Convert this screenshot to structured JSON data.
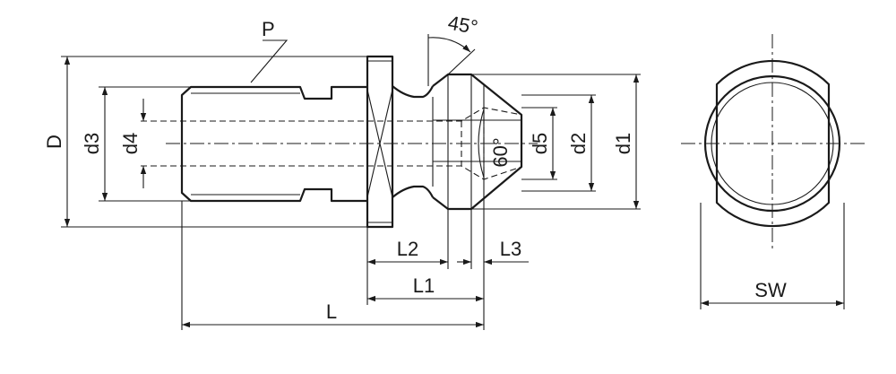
{
  "labels": {
    "P": "P",
    "angle_45": "45°",
    "angle_60": "60°",
    "D": "D",
    "d3": "d3",
    "d4": "d4",
    "d5": "d5",
    "d2": "d2",
    "d1": "d1",
    "L2": "L2",
    "L3": "L3",
    "L1": "L1",
    "L": "L",
    "SW": "SW"
  }
}
